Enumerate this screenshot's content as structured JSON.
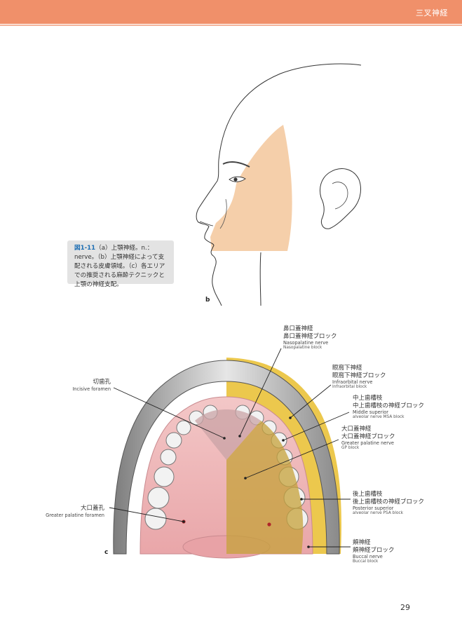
{
  "header": {
    "title": "三叉神経"
  },
  "caption": {
    "fig_id": "図1-11",
    "text": "（a）上顎神経。n.：nerve。（b）上顎神経によって支配される皮膚領域。（c）各エリアでの推奨される麻酔テクニックと上顎の神経支配。"
  },
  "panels": {
    "b": "b",
    "c": "c"
  },
  "labels": {
    "nasopalatine": {
      "jp1": "鼻口蓋神経",
      "jp2": "鼻口蓋神経ブロック",
      "en1": "Nasopalatine nerve",
      "en2": "Nasopalatine block"
    },
    "infraorbital": {
      "jp1": "眼窩下神経",
      "jp2": "眼窩下神経ブロック",
      "en1": "Infraorbital nerve",
      "en2": "Infraorbital block"
    },
    "middle_superior": {
      "jp1": "中上歯槽枝",
      "jp2": "中上歯槽枝の神経ブロック",
      "en1": "Middle superior",
      "en2": "alveolar nerve MSA block"
    },
    "greater_palatine_nerve": {
      "jp1": "大口蓋神経",
      "jp2": "大口蓋神経ブロック",
      "en1": "Greater palatine nerve",
      "en2": "GP block"
    },
    "posterior_superior": {
      "jp1": "後上歯槽枝",
      "jp2": "後上歯槽枝の神経ブロック",
      "en1": "Posterior superior",
      "en2": "alveolar nerve PSA block"
    },
    "buccal": {
      "jp1": "頬神経",
      "jp2": "頬神経ブロック",
      "en1": "Buccal nerve",
      "en2": "Buccal block"
    },
    "incisive_foramen": {
      "jp": "切歯孔",
      "en": "Incisive foramen"
    },
    "greater_palatine_foramen": {
      "jp": "大口蓋孔",
      "en": "Greater palatine foramen"
    }
  },
  "page_number": "29",
  "colors": {
    "header": "#f0906a",
    "skin_area": "#f5cfaa",
    "nerve_area": "#e8bd1f",
    "caption_id": "#1d6eb3"
  }
}
